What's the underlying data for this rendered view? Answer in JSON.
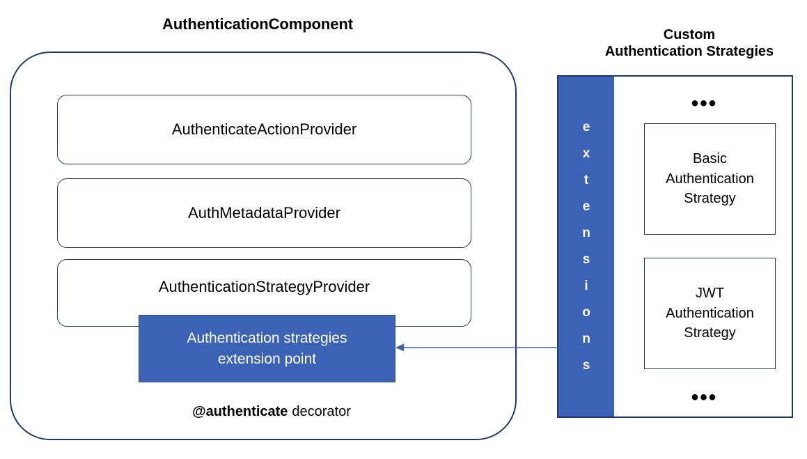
{
  "diagram": {
    "component": {
      "title": "AuthenticationComponent",
      "providers": [
        {
          "label": "AuthenticateActionProvider"
        },
        {
          "label": "AuthMetadataProvider"
        },
        {
          "label": "AuthenticationStrategyProvider"
        }
      ],
      "extension_point": {
        "label": "Authentication strategies\nextension point"
      },
      "decorator": {
        "name": "@authenticate",
        "word": "decorator"
      }
    },
    "strategies_panel": {
      "title": "Custom\nAuthentication Strategies",
      "extensions_bar": {
        "label": "extensions",
        "letters": [
          "e",
          "x",
          "t",
          "e",
          "n",
          "s",
          "i",
          "o",
          "n",
          "s"
        ]
      },
      "ellipsis_top": "•••",
      "ellipsis_bottom": "•••",
      "strategies": [
        {
          "label": "Basic\nAuthentication\nStrategy"
        },
        {
          "label": "JWT\nAuthentication\nStrategy"
        }
      ]
    },
    "arrow": {
      "label": "extensions-to-extension-point-arrow",
      "direction": "left"
    },
    "colors": {
      "accent_blue": "#3B62B5",
      "outline_navy": "#1F3864",
      "text": "#000000",
      "background": "#ffffff"
    }
  }
}
